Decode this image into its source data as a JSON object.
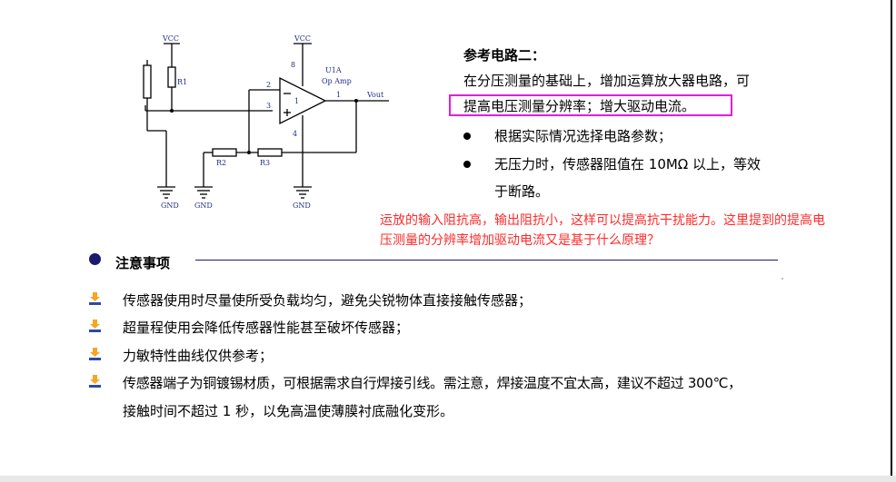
{
  "circuit": {
    "vcc_left": "VCC",
    "vcc_right": "VCC",
    "r1": "R1",
    "r2": "R2",
    "r3": "R3",
    "u1a": "U1A",
    "op_amp": "Op Amp",
    "pin2": "2",
    "pin3": "3",
    "pin1": "1",
    "pin8": "8",
    "pin4": "4",
    "amp_ref": "1",
    "vout": "Vout",
    "gnd1": "GND",
    "gnd2": "GND",
    "gnd3": "GND"
  },
  "reference": {
    "title": "参考电路二：",
    "line1": "在分压测量的基础上，增加运算放大器电路，可",
    "line2": "提高电压测量分辨率；增大驱动电流。",
    "bullet1": "根据实际情况选择电路参数；",
    "bullet2": "无压力时，传感器阻值在 10MΩ 以上，等效",
    "bullet2_cont": "于断路。"
  },
  "question": {
    "line1": "运放的输入阻抗高，输出阻抗小，这样可以提高抗干扰能力。这里提到的提高电",
    "line2": "压测量的分辨率增加驱动电流又是基于什么原理？"
  },
  "notes": {
    "title": "注意事项",
    "items": [
      "传感器使用时尽量使所受负载均匀，避免尖锐物体直接接触传感器；",
      "超量程使用会降低传感器性能甚至破坏传感器；",
      "力敏特性曲线仅供参考；",
      "传感器端子为铜镀锡材质，可根据需求自行焊接引线。需注意，焊接温度不宜太高，建议不超过 300℃，"
    ],
    "item4_cont": "接触时间不超过 1 秒，以免高温使薄膜衬底融化变形。"
  },
  "colors": {
    "highlight": "#e01ee0",
    "question_text": "#ff2a2a",
    "circuit_label": "#1f2f8a",
    "section_bullet": "#1a1a6e",
    "note_icon_top": "#f5a623",
    "note_icon_bottom": "#2b4aa8"
  }
}
